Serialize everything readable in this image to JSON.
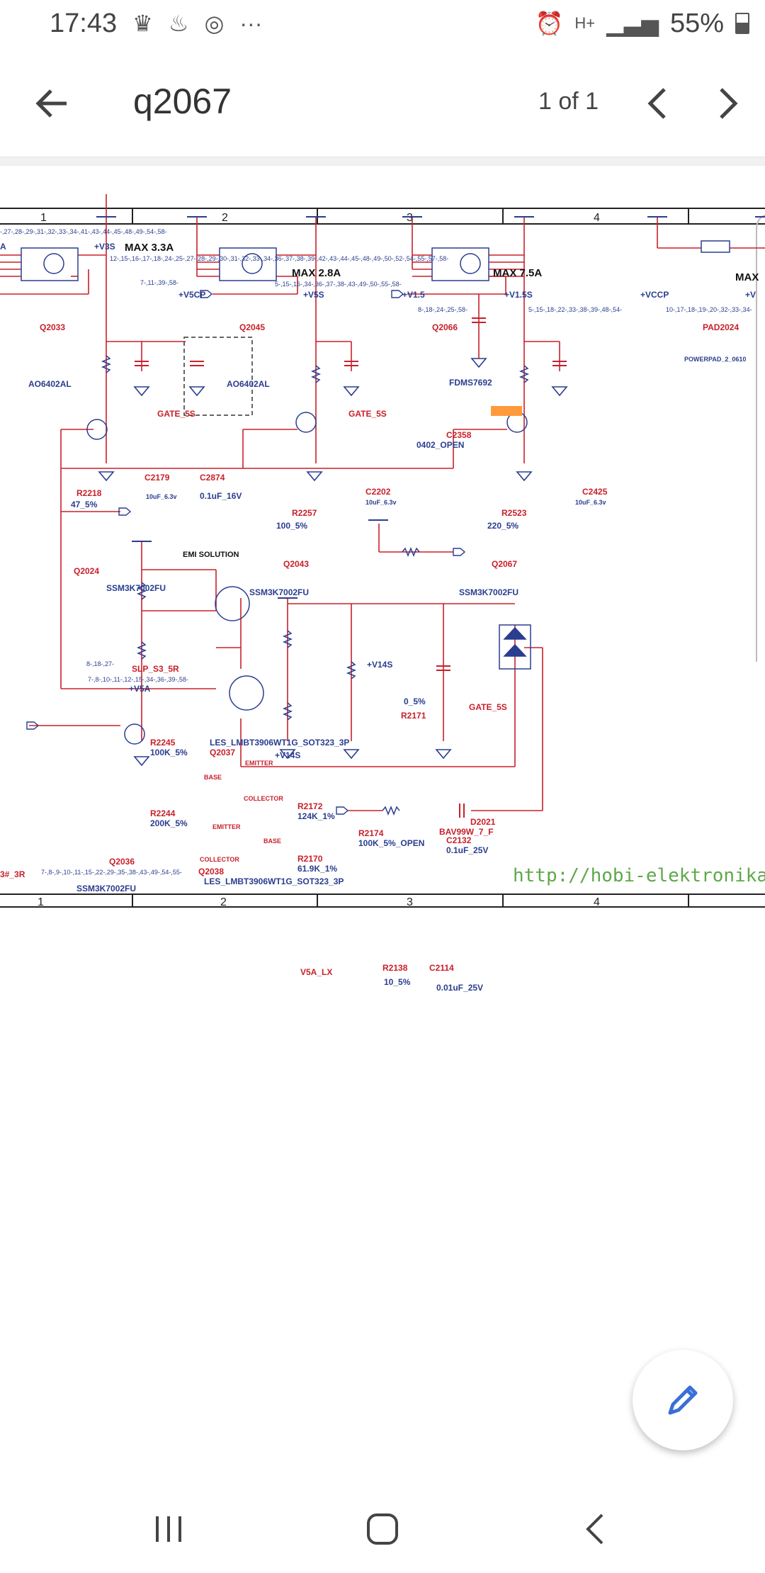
{
  "status": {
    "time": "17:43",
    "icons": [
      "crown-icon",
      "fire-icon",
      "sync-icon",
      "more-dots-icon"
    ],
    "right_icons": [
      "alarm-icon",
      "data-arrows-icon",
      "signal-icon"
    ],
    "battery": "55%"
  },
  "toolbar": {
    "title": "q2067",
    "counter": "1 of 1"
  },
  "schematic": {
    "columns": [
      "1",
      "2",
      "3",
      "4"
    ],
    "watermark": "http://hobi-elektronika",
    "labels": {
      "v3s": "+V3S",
      "max33": "MAX 3.3A",
      "max28": "MAX 2.8A",
      "max75": "MAX 7.5A",
      "max_cut": "MAX",
      "v5cp": "+V5CP",
      "v5s": "+V5S",
      "v15": "+V1.5",
      "v15s": "+V1.5S",
      "vccp": "+VCCP",
      "vcut": "+V",
      "bus_top_left": "-,27-,28-,29-,31-,32-,33-,34-,41-,43-,44-,45-,48-,49-,54-,58-",
      "a_cut": "A",
      "bus_v3s": "12-,15-,16-,17-,18-,24-,25-,27-,28-,29-,30-,31-,32-,33-,34-,36-,37-,38-,39-,42-,43-,44-,45-,48-,49-,50-,52-,54-,55-,57-,58-",
      "bus_v5cp": "7-,11-,39-,58-",
      "bus_v5s": "5-,15-,16-,34-,36-,37-,38-,43-,49-,50-,55-,58-",
      "bus_v15": "8-,18-,24-,25-,58-",
      "bus_v15s": "5-,15-,18-,22-,33-,38-,39-,48-,54-",
      "bus_vccp": "10-,17-,18-,19-,20-,32-,33-,34-",
      "q2033": "Q2033",
      "ao6402_1": "AO6402AL",
      "q2045": "Q2045",
      "ao6402_2": "AO6402AL",
      "q2066": "Q2066",
      "fdms": "FDMS7692",
      "pad2024": "PAD2024",
      "powerpad": "POWERPAD_2_0610",
      "gate5s_1": "GATE_5S",
      "gate5s_2": "GATE_5S",
      "c2358": "C2358",
      "c2358_v": "0402_OPEN",
      "r2218": "R2218",
      "r2218_v": "47_5%",
      "c2179": "C2179",
      "c2179_v": "10uF_6.3v",
      "c2874": "C2874",
      "c2874_v": "0.1uF_16V",
      "emi": "EMI SOLUTION",
      "c2202": "C2202",
      "c2202_v": "10uF_6.3v",
      "r2257": "R2257",
      "r2257_v": "100_5%",
      "r2523": "R2523",
      "r2523_v": "220_5%",
      "c2425": "C2425",
      "c2425_v": "10uF_6.3v",
      "q2024": "Q2024",
      "ssm1": "SSM3K7002FU",
      "q2043": "Q2043",
      "ssm2": "SSM3K7002FU",
      "q2067": "Q2067",
      "ssm3": "SSM3K7002FU",
      "slp_bus": "8-,18-,27-",
      "slp": "SLP_S3_5R",
      "bus_v5a": "7-,8-,10-,11-,12-,15-,34-,36-,39-,58-",
      "v5a": "+V5A",
      "v14s_1": "+V14S",
      "r2171_v": "0_5%",
      "r2171": "R2171",
      "gate5s_3": "GATE_5S",
      "r2245": "R2245",
      "r2245_v": "100K_5%",
      "les1": "LES_LMBT3906WT1G_SOT323_3P",
      "q2037": "Q2037",
      "v14s_2": "+V14S",
      "emitter": "EMITTER",
      "base": "BASE",
      "collector": "COLLECTOR",
      "r2172": "R2172",
      "r2172_v": "124K_1%",
      "r2244": "R2244",
      "r2244_v": "200K_5%",
      "r2174": "R2174",
      "r2174_v": "100K_5%_OPEN",
      "d2021": "D2021",
      "bav": "BAV99W_7_F",
      "c2132": "C2132",
      "c2132_v": "0.1uF_25V",
      "r2170": "R2170",
      "r2170_v": "61.9K_1%",
      "q2036": "Q2036",
      "ssm4": "SSM3K7002FU",
      "q2038": "Q2038",
      "les2": "LES_LMBT3906WT1G_SOT323_3P",
      "s3r": "3#_3R",
      "s3r_bus": "7-,8-,9-,10-,11-,15-,22-,29-,35-,38-,43-,49-,54-,55-",
      "v5alx": "V5A_LX",
      "r2138": "R2138",
      "r2138_v": "10_5%",
      "c2114": "C2114",
      "c2114_v": "0.01uF_25V"
    }
  },
  "colors": {
    "wire": "#c8202a",
    "part": "#2a3d8f",
    "highlight": "#ff9a3c",
    "watermark": "#5fa84a",
    "accent": "#3b6fd6"
  }
}
